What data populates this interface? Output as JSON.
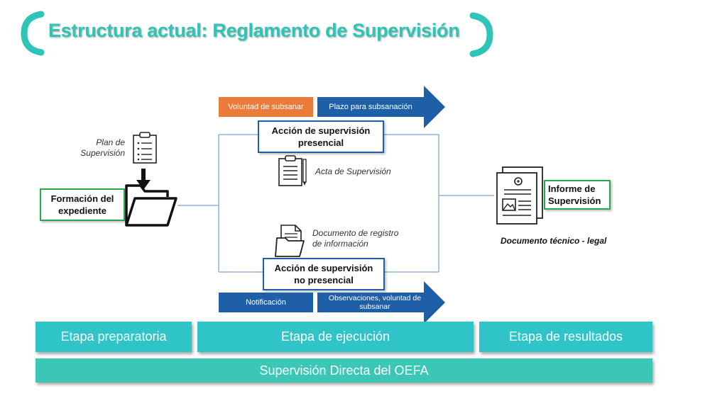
{
  "title": "Estructura actual: Reglamento de Supervisión",
  "colors": {
    "teal": "#2ec4b6",
    "green": "#27a84a",
    "blue": "#1f5fa8",
    "orange": "#ea7b3a"
  },
  "left": {
    "plan_label_line1": "Plan de",
    "plan_label_line2": "Supervisión",
    "expediente_line1": "Formación del",
    "expediente_line2": "expediente"
  },
  "middle": {
    "voluntad": "Voluntad de subsanar",
    "plazo": "Plazo para subsanación",
    "presencial_line1": "Acción de supervisión",
    "presencial_line2": "presencial",
    "acta": "Acta de Supervisión",
    "documento_line1": "Documento de registro",
    "documento_line2": "de información",
    "no_presencial_line1": "Acción de supervisión",
    "no_presencial_line2": "no presencial",
    "notificacion": "Notificación",
    "observaciones": "Observaciones, voluntad de subsanar"
  },
  "right": {
    "informe_line1": "Informe de",
    "informe_line2": "Supervisión",
    "documento_tecnico": "Documento técnico - legal"
  },
  "stages": {
    "preparatoria": "Etapa preparatoria",
    "ejecucion": "Etapa de ejecución",
    "resultados": "Etapa de resultados",
    "supervision": "Supervisión Directa del OEFA"
  },
  "icons": [
    "bracket-left-icon",
    "bracket-right-icon",
    "clipboard-icon",
    "folder-icon",
    "down-arrow-icon",
    "acta-clipboard-icon",
    "document-stack-icon",
    "report-document-icon"
  ]
}
